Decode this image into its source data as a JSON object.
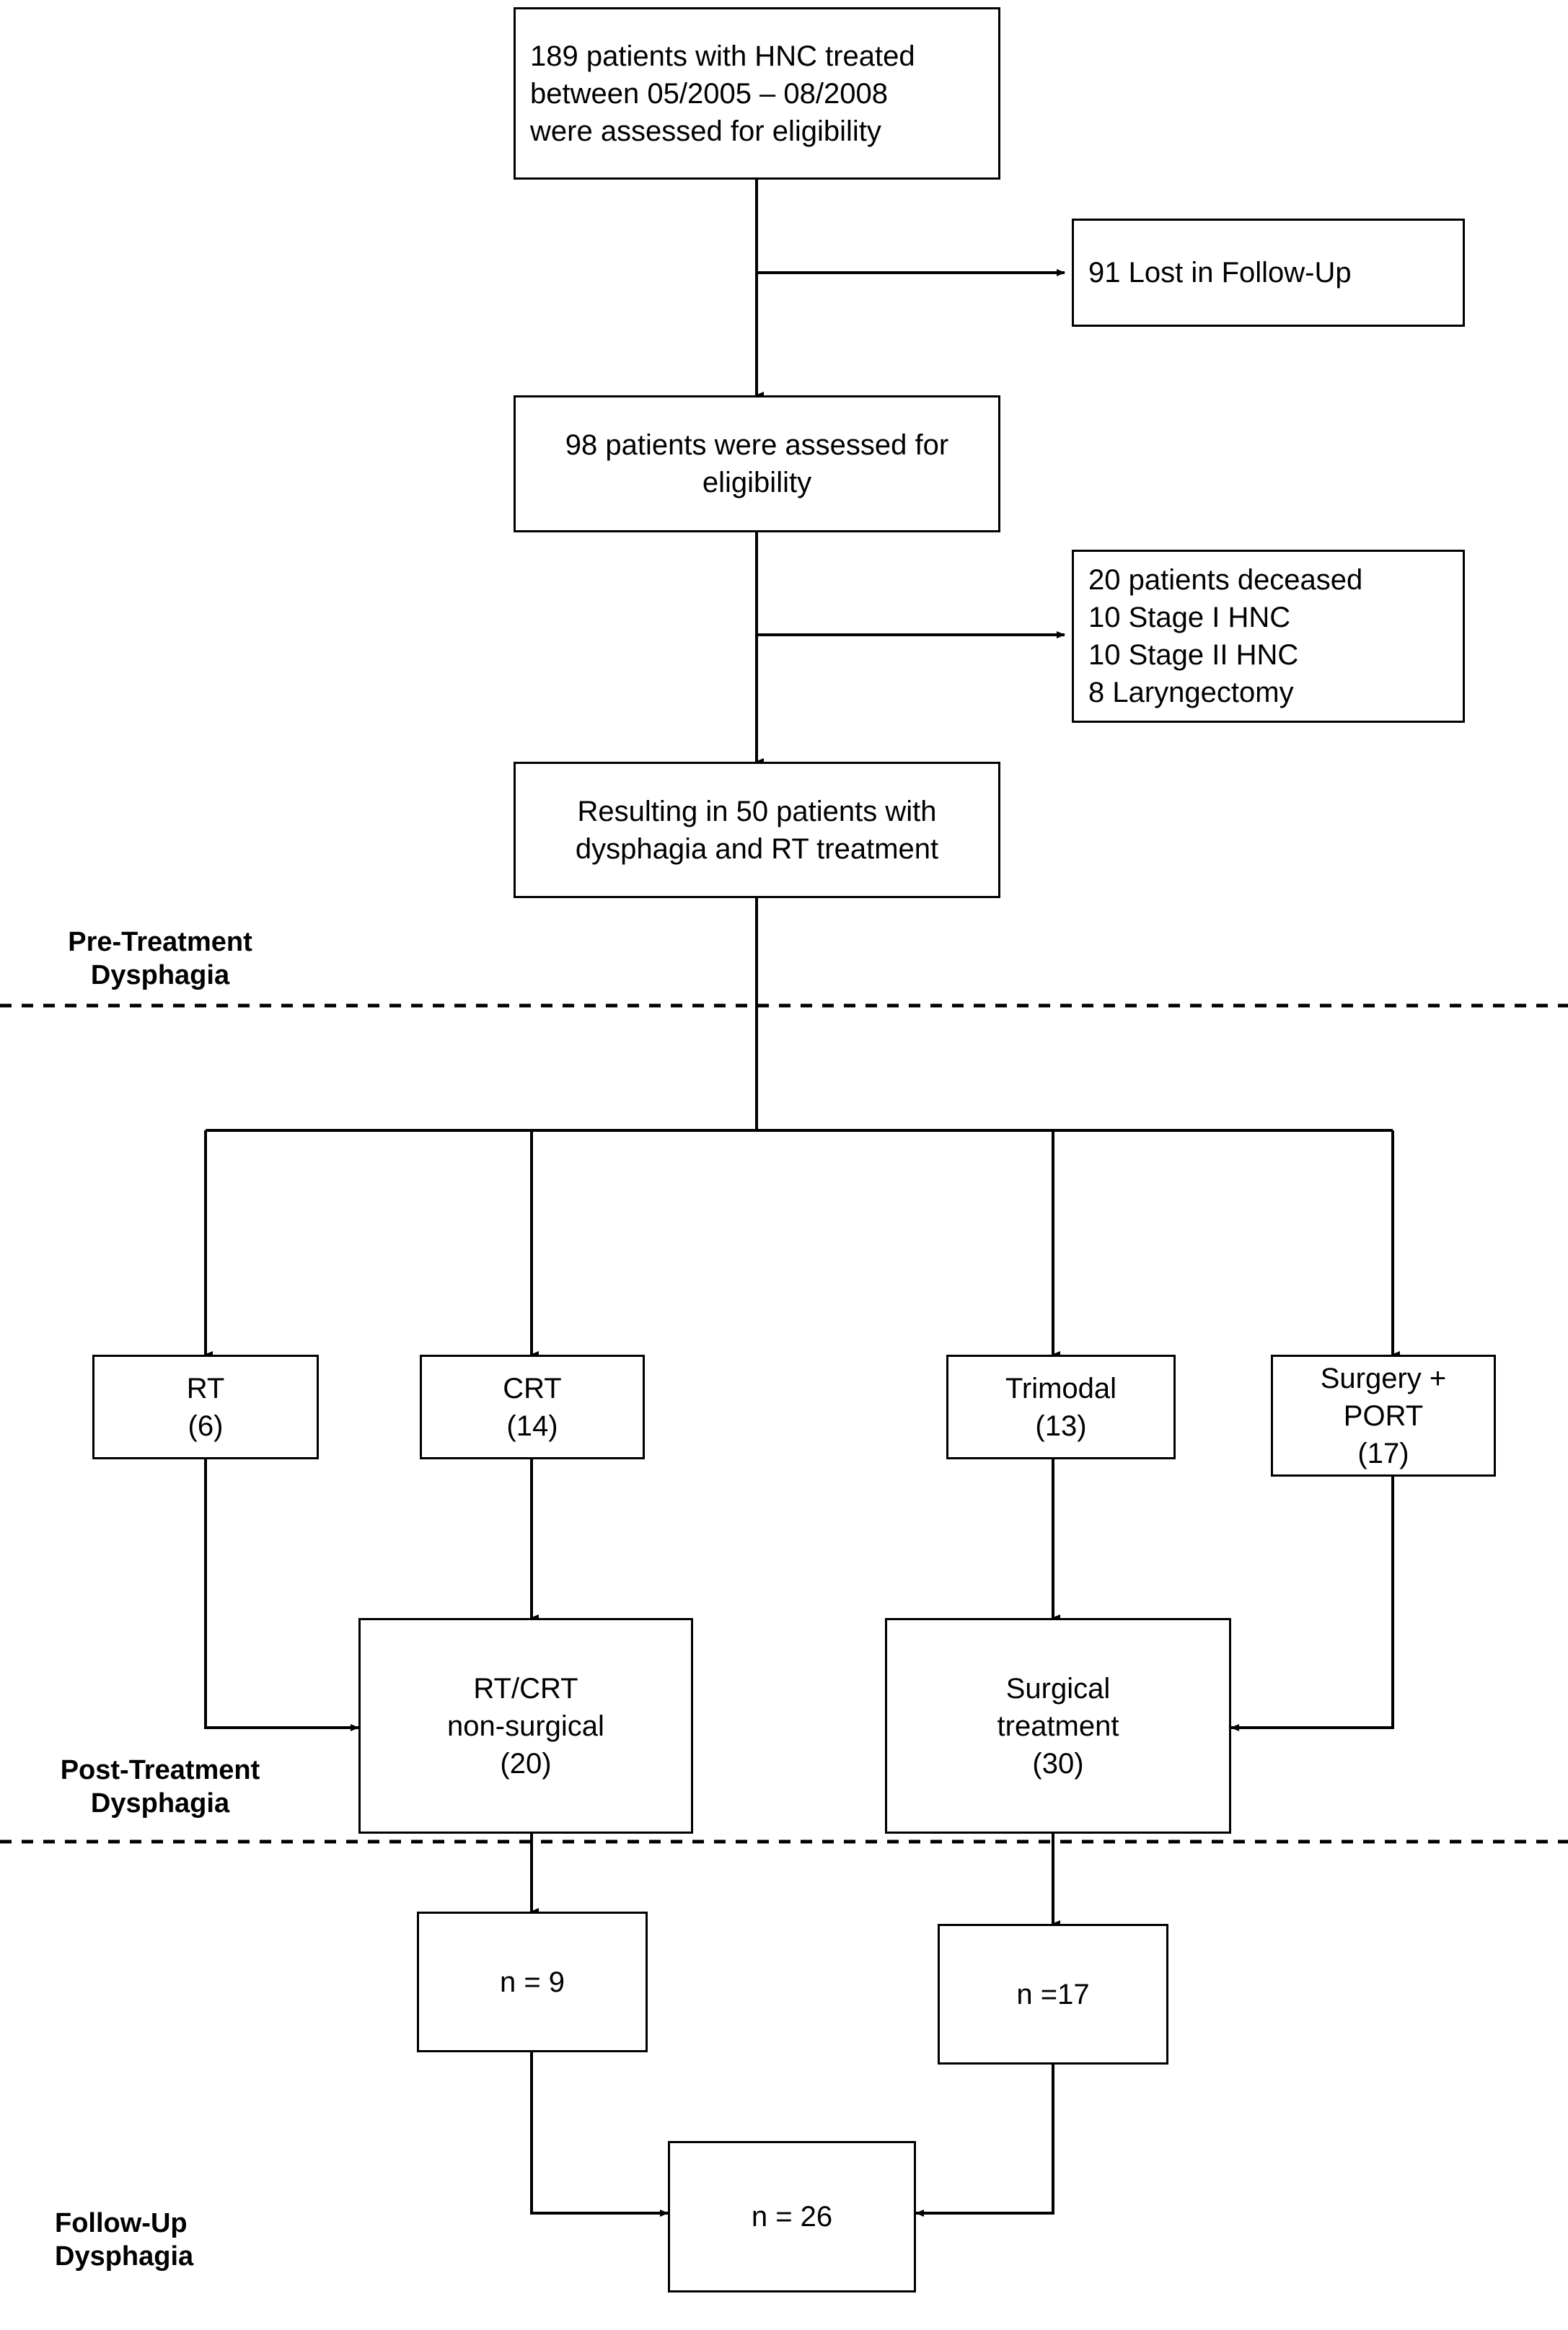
{
  "figure": {
    "type": "flow-diagram",
    "title": "Patient enrollment and treatment flow for head and neck cancer dysphagia study"
  },
  "nodes": {
    "screened": {
      "text": "189 patients with HNC treated\nbetween  05/2005  –  08/2008\nwere assessed for eligibility"
    },
    "lost_followup": {
      "text": "91 Lost in Follow-Up"
    },
    "assessed": {
      "text": "98 patients were assessed for\neligibility"
    },
    "excluded_deceased": {
      "text": "20 patients deceased\n10 Stage I HNC\n10 Stage II  HNC\n  8 Laryngectomy"
    },
    "resulting": {
      "text": "Resulting in  50 patients  with\ndysphagia and RT treatment"
    },
    "rt": {
      "text": "RT\n(6)"
    },
    "crt": {
      "text": "CRT\n(14)"
    },
    "trimodal": {
      "text": "Trimodal\n(13)"
    },
    "surgery_port": {
      "text": "Surgery +\nPORT\n(17)"
    },
    "nonsurgical": {
      "text": "RT/CRT\nnon-surgical\n(20)"
    },
    "surgical": {
      "text": "Surgical\ntreatment\n(30)"
    },
    "followup_nonsurgical": {
      "text": "n = 9"
    },
    "followup_surgical": {
      "text": "n =17"
    },
    "followup_total": {
      "text": "n = 26"
    }
  },
  "stage_labels": {
    "pre_treatment": "Pre-Treatment\nDysphagia",
    "post_treatment": "Post-Treatment\nDysphagia",
    "follow_up": "Follow-Up\nDysphagia"
  },
  "colors": {
    "line": "#000000",
    "box_border": "#000000",
    "background": "#ffffff",
    "text": "#000000"
  },
  "chart_data": {
    "type": "flowchart",
    "stages": [
      "Pre-Treatment Dysphagia",
      "Post-Treatment Dysphagia",
      "Follow-Up Dysphagia"
    ],
    "counts": {
      "assessed_for_eligibility_initial": 189,
      "lost_in_follow_up": 91,
      "assessed_for_eligibility_second": 98,
      "deceased": 20,
      "stage_I_HNC": 10,
      "stage_II_HNC": 10,
      "laryngectomy": 8,
      "resulting_patients": 50,
      "RT": 6,
      "CRT": 14,
      "Trimodal": 13,
      "Surgery_PORT": 17,
      "RT_CRT_non_surgical": 20,
      "Surgical_treatment": 30,
      "follow_up_non_surgical": 9,
      "follow_up_surgical": 17,
      "follow_up_total": 26
    }
  }
}
